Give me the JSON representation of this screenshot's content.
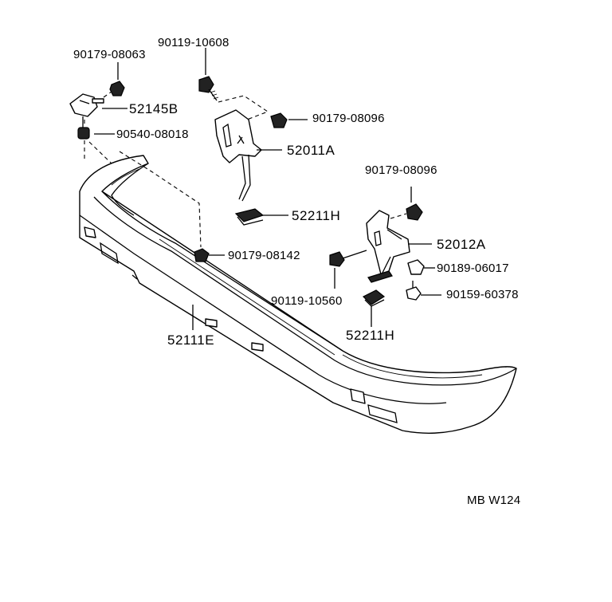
{
  "callouts": {
    "bolt_top": "90119-10608",
    "nut_top_left": "90179-08063",
    "bracket_small": "52145B",
    "clip_left": "90540-08018",
    "nut_right_top": "90179-08096",
    "bracket_left_arm": "52011A",
    "nut_right_arm": "90179-08096",
    "spacer_upper": "52211H",
    "bracket_right_arm": "52012A",
    "nut_center": "90179-08142",
    "nut_right_small": "90189-06017",
    "bolt_center": "90119-10560",
    "screw_right": "90159-60378",
    "bumper": "52111E",
    "spacer_lower": "52211H"
  },
  "reference": "MB W124"
}
